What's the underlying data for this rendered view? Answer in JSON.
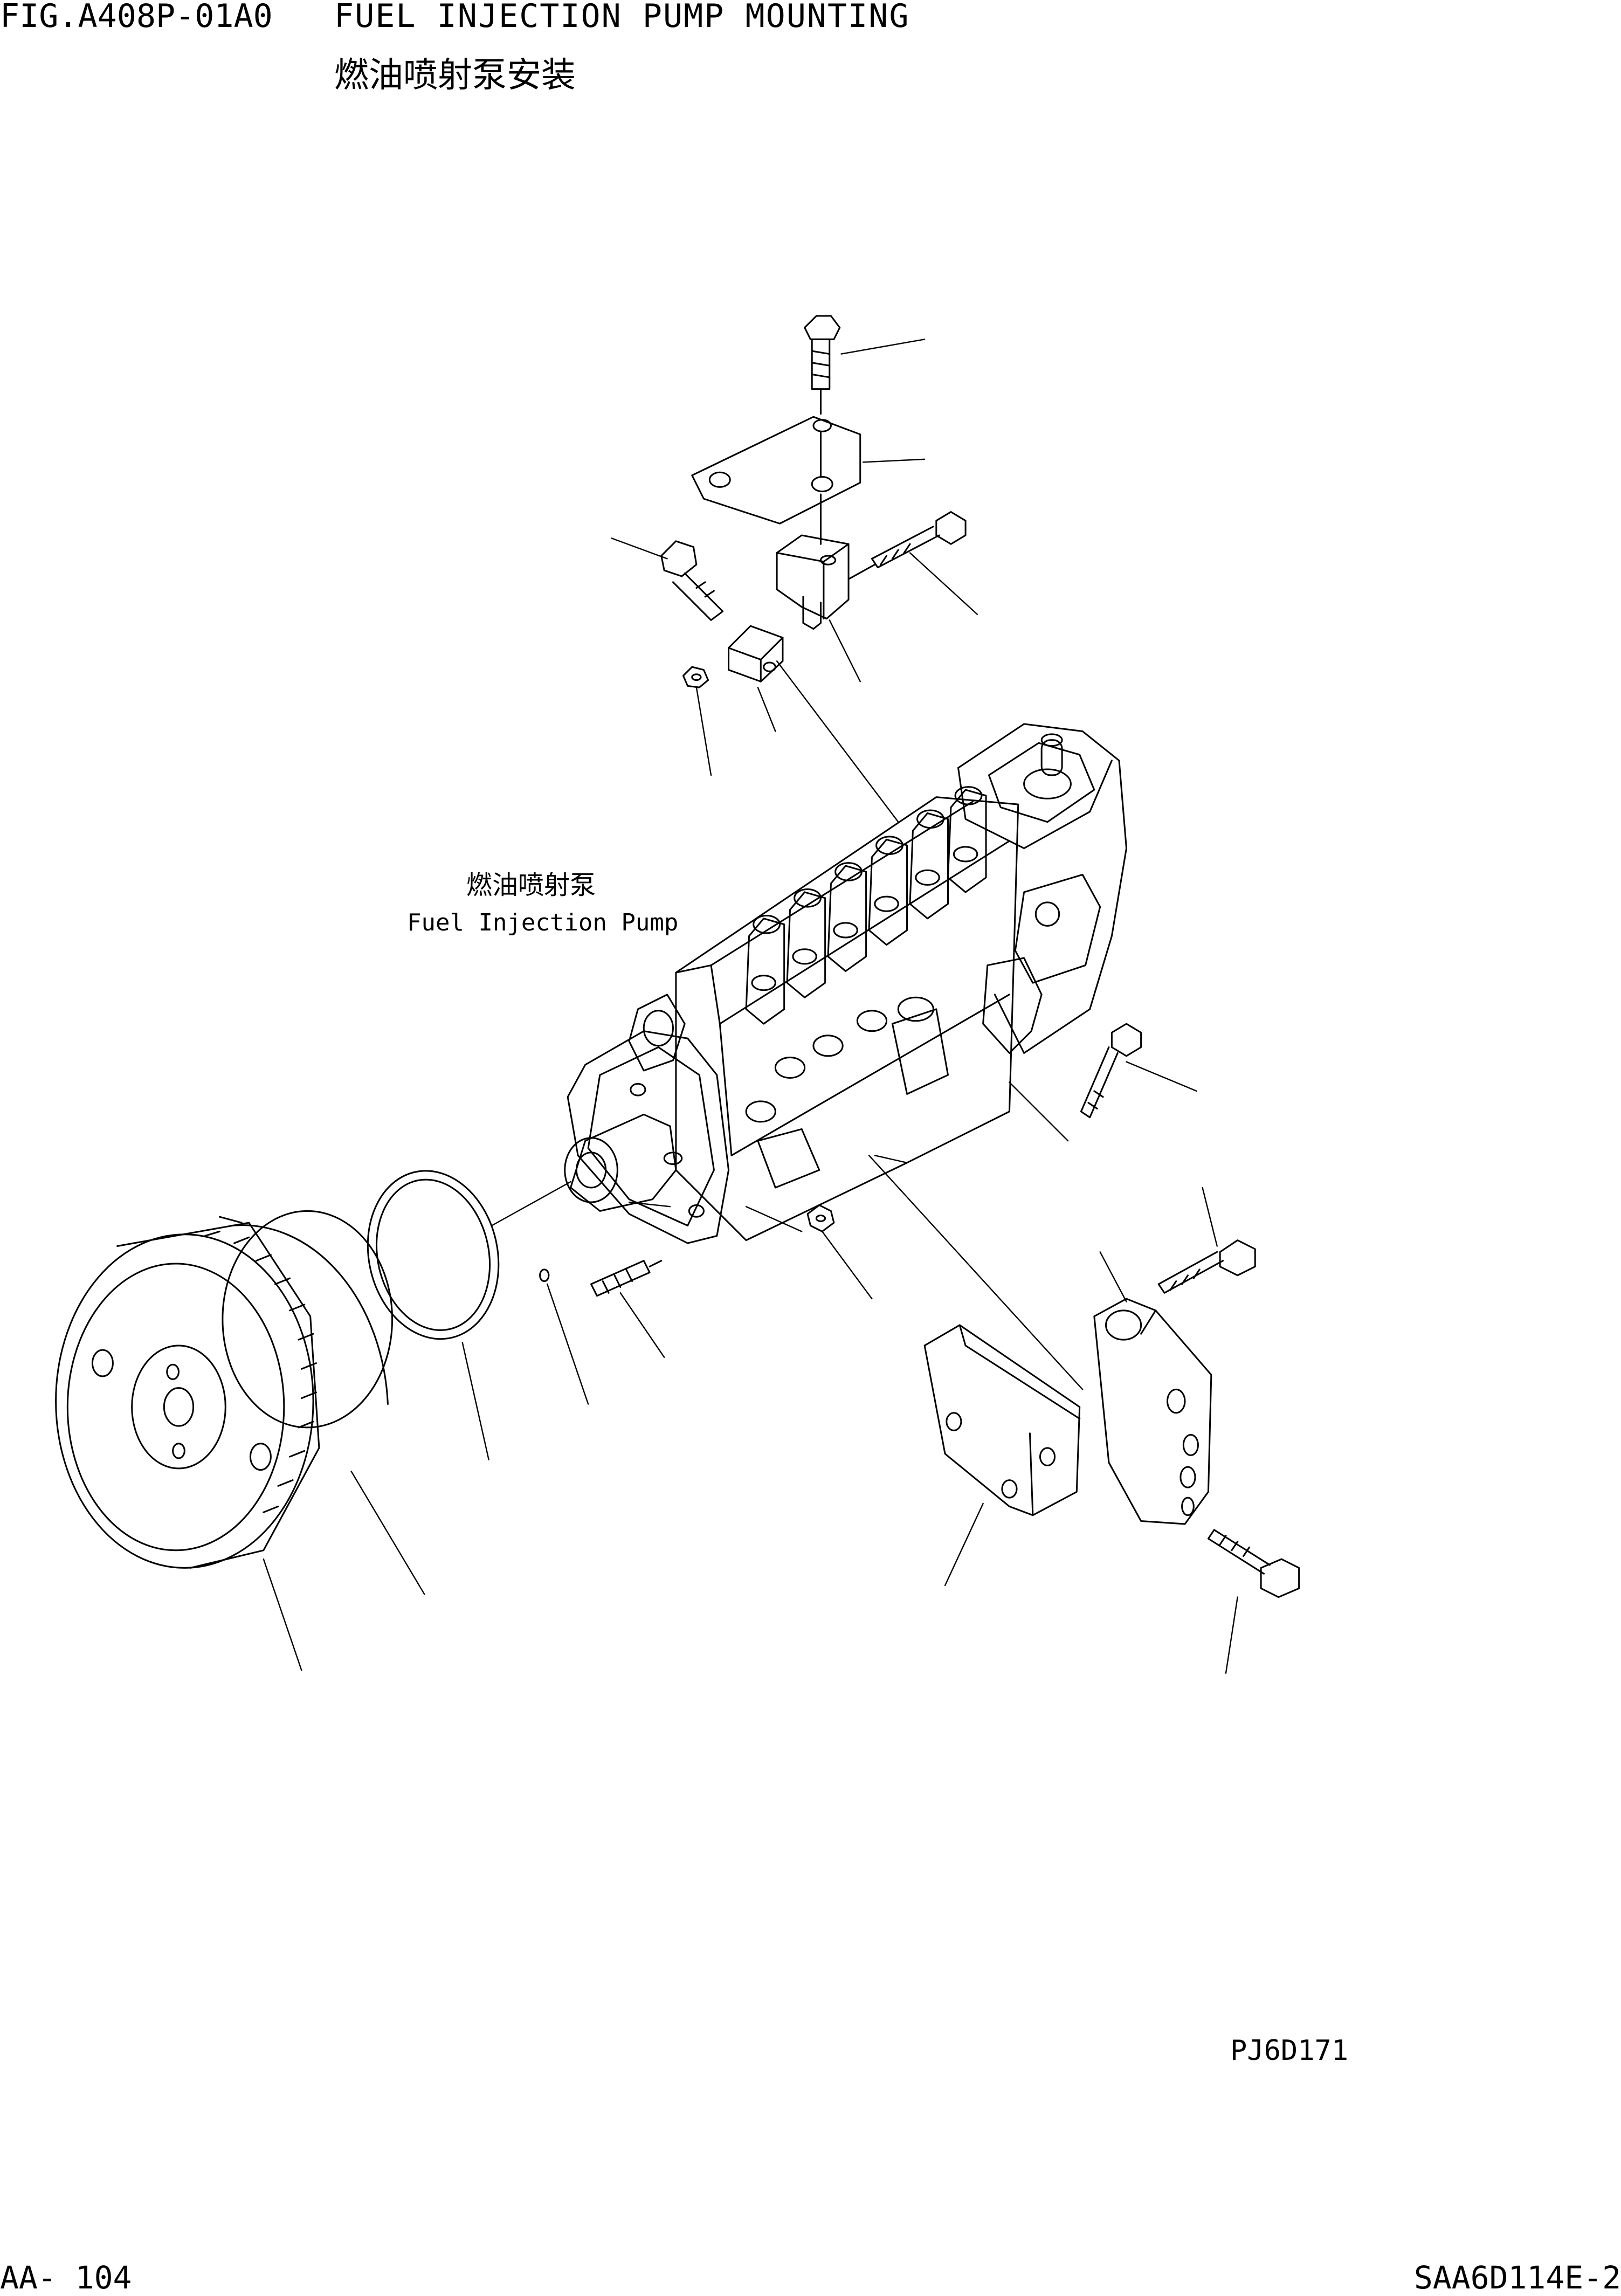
{
  "header": {
    "figure_number": "FIG.A408P-01A0",
    "title_en": "FUEL INJECTION PUMP MOUNTING",
    "title_zh": "燃油喷射泵安装"
  },
  "diagram": {
    "callout_zh": "燃油喷射泵",
    "callout_en": "Fuel Injection Pump",
    "reference_code": "PJ6D171"
  },
  "footer": {
    "page_number": "AA- 104",
    "model": "SAA6D114E-2"
  },
  "style": {
    "ink": "#000000",
    "paper": "#ffffff"
  }
}
